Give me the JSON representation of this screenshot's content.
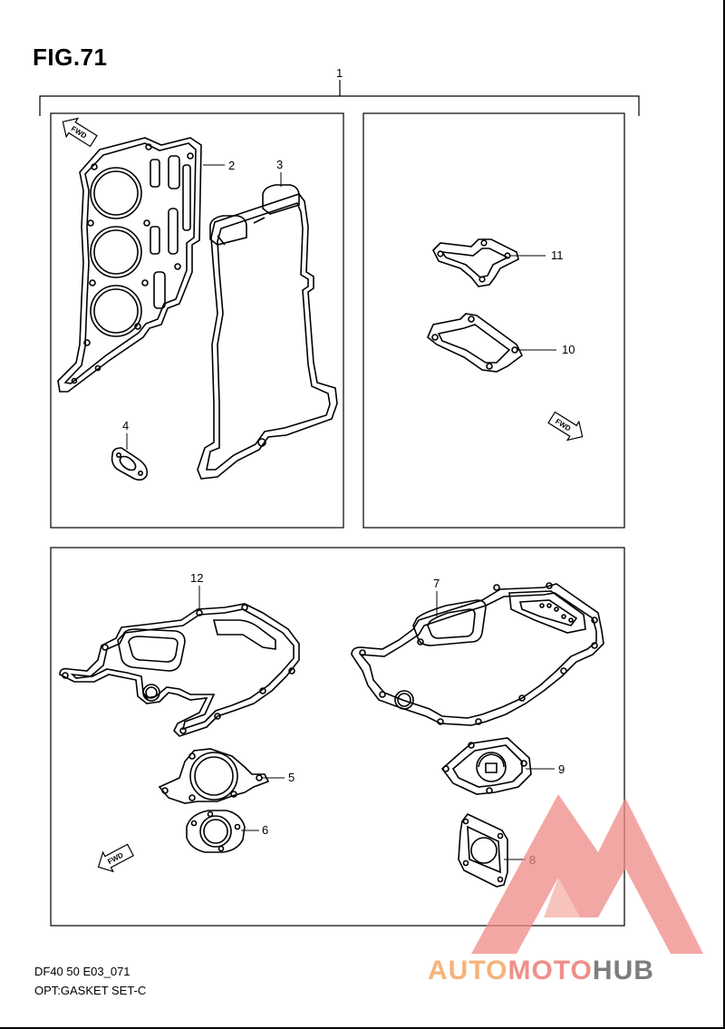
{
  "figure": {
    "title": "FIG.71",
    "code": "DF40 50 E03_071",
    "name": "OPT:GASKET SET-C"
  },
  "callouts": {
    "c1": "1",
    "c2": "2",
    "c3": "3",
    "c4": "4",
    "c5": "5",
    "c6": "6",
    "c7": "7",
    "c8": "8",
    "c9": "9",
    "c10": "10",
    "c11": "11",
    "c12": "12"
  },
  "fwd_label": "FWD",
  "watermark": {
    "auto": "AUTO",
    "moto": "MOTO",
    "hub": "HUB",
    "colors": {
      "auto": "#f5b37a",
      "moto": "#ef8f8a",
      "hub": "#7d7d7d",
      "triangle": "#f08a86"
    }
  }
}
